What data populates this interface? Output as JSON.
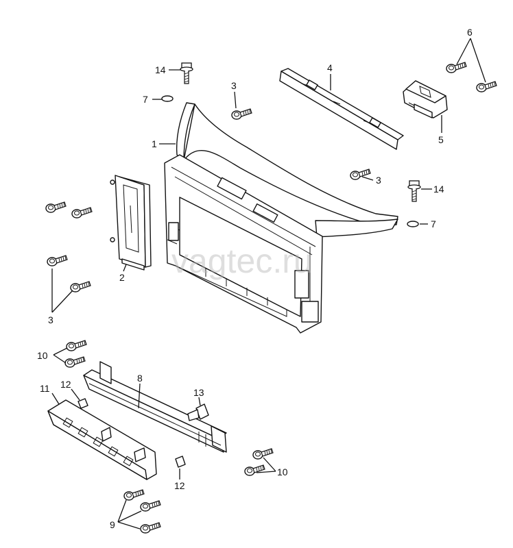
{
  "watermark": "vagtec.ru",
  "callouts": [
    "1",
    "2",
    "3",
    "3",
    "3",
    "4",
    "5",
    "6",
    "7",
    "7",
    "8",
    "9",
    "10",
    "10",
    "11",
    "12",
    "12",
    "13",
    "14",
    "14"
  ]
}
